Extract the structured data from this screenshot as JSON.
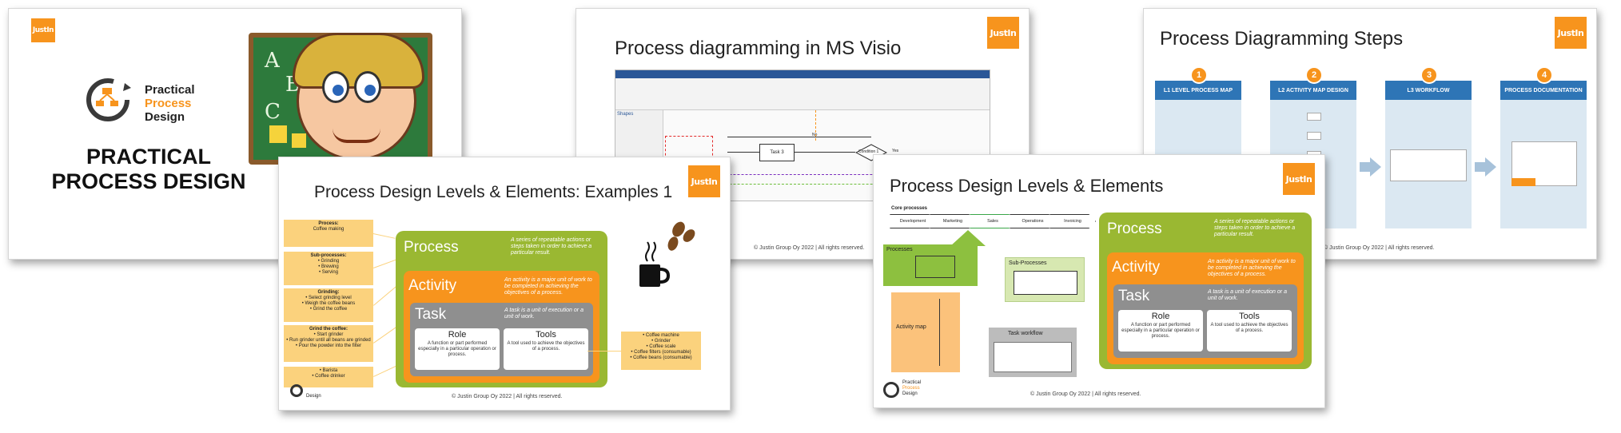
{
  "brand": {
    "badge": "JustIn",
    "accent": "#f7941d"
  },
  "slide1": {
    "logo_line1": "Practical",
    "logo_line2": "Process",
    "logo_line3": "Design",
    "title_line1": "PRACTICAL",
    "title_line2": "PROCESS DESIGN",
    "board_letters": [
      "A",
      "B",
      "C"
    ]
  },
  "slide2": {
    "title": "Process diagramming in MS Visio",
    "shapes_label": "Shapes",
    "task_label": "Task 3",
    "condition_label": "Condition 1",
    "no_label": "No",
    "yes_label": "Yes",
    "footer": "© Justin Group Oy 2022 | All rights reserved."
  },
  "slide3": {
    "title": "Process Diagramming Steps",
    "steps": [
      {
        "num": "1",
        "label": "L1 LEVEL PROCESS MAP"
      },
      {
        "num": "2",
        "label": "L2 ACTIVITY MAP DESIGN"
      },
      {
        "num": "3",
        "label": "L3 WORKFLOW"
      },
      {
        "num": "4",
        "label": "PROCESS DOCUMENTATION"
      }
    ],
    "footer": "© Justin Group Oy 2022 | All rights reserved."
  },
  "slide4": {
    "title": "Process Design Levels & Elements: Examples 1",
    "process_title": "Process",
    "process_desc": "A series of repeatable actions or steps taken in order to achieve a particular result.",
    "activity_title": "Activity",
    "activity_desc": "An activity is a major unit of work to be completed in achieving the objectives of a process.",
    "task_title": "Task",
    "task_desc": "A task is a unit of execution or a unit of work.",
    "role_title": "Role",
    "role_desc": "A function or part performed especially in a particular operation or process.",
    "tools_title": "Tools",
    "tools_desc": "A tool used to achieve the objectives of a process.",
    "notes": [
      {
        "head": "Process:",
        "lines": [
          "Coffee making"
        ]
      },
      {
        "head": "Sub-processes:",
        "lines": [
          "• Grinding",
          "• Brewing",
          "• Serving"
        ]
      },
      {
        "head": "Grinding:",
        "lines": [
          "• Select grinding level",
          "• Weigh the coffee beans",
          "• Grind the coffee"
        ]
      },
      {
        "head": "Grind the coffee:",
        "lines": [
          "• Start grinder",
          "• Run grinder until all beans are grinded",
          "• Pour the powder into the filter"
        ]
      },
      {
        "head": "",
        "lines": [
          "• Barista",
          "• Coffee drinker"
        ]
      }
    ],
    "tools_note": [
      "• Coffee machine",
      "• Grinder",
      "• Coffee scale",
      "• Coffee filters (consumable)",
      "• Coffee beans (consumable)"
    ],
    "logo_small": "Design",
    "footer": "© Justin Group Oy 2022 | All rights reserved."
  },
  "slide5": {
    "title": "Process Design Levels & Elements",
    "core_label": "Core processes",
    "chevrons": [
      "Development",
      "Marketing",
      "Sales",
      "Operations",
      "Invoicing"
    ],
    "processes_label": "Processes",
    "subprocesses_label": "Sub-Processes",
    "activity_map_label": "Activity map",
    "task_workflow_label": "Task workflow",
    "process_title": "Process",
    "process_desc": "A series of repeatable actions or steps taken in order to achieve a particular result.",
    "activity_title": "Activity",
    "activity_desc": "An activity is a major unit of work to be completed in achieving the objectives of a process.",
    "task_title": "Task",
    "task_desc": "A task is a unit of execution or a unit of work.",
    "role_title": "Role",
    "role_desc": "A function or part performed especially in a particular operation or process.",
    "tools_title": "Tools",
    "tools_desc": "A tool used to achieve the objectives of a process.",
    "logo_line1": "Practical",
    "logo_line2": "Process",
    "logo_line3": "Design",
    "footer": "© Justin Group Oy 2022 | All rights reserved."
  }
}
